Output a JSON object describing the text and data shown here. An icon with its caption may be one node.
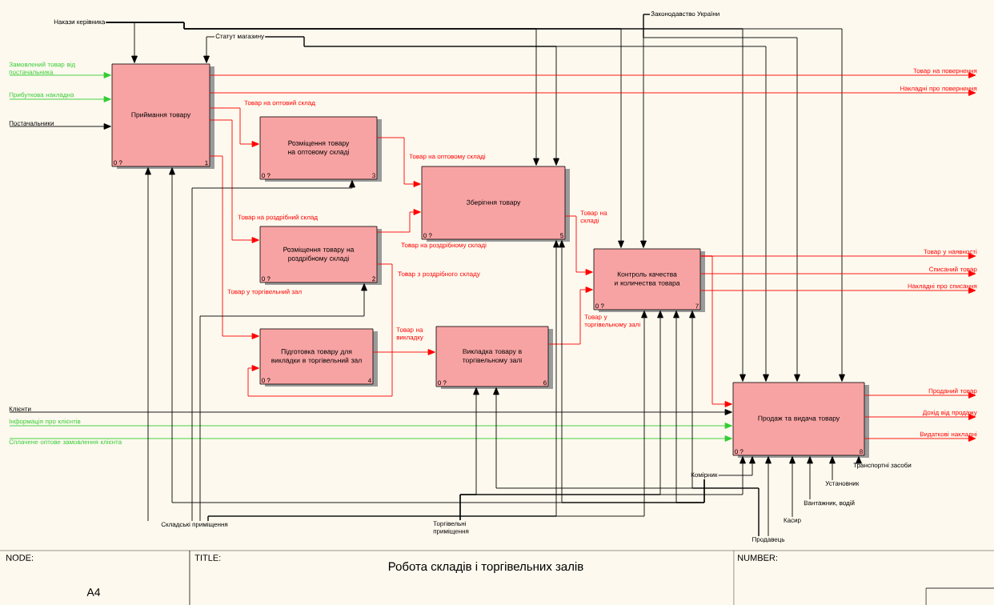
{
  "diagram": {
    "title": "Робота складів і торгівельних залів",
    "nodes": [
      {
        "text": [
          "Приймання товару",
          "0 ?",
          "1"
        ]
      },
      {
        "text": [
          "Розміщення товару на оптовому складі",
          "0 ?",
          "3"
        ]
      },
      {
        "text": [
          "Зберігння товару",
          "0 ?",
          "5"
        ]
      },
      {
        "text": [
          "Розміщення товару на роздрібному складі",
          "0 ?",
          "2"
        ]
      },
      {
        "text": [
          "Контроль качества и количества товара",
          "0 ?",
          "7"
        ]
      },
      {
        "text": [
          "Підготовка товару для викладки в торгівельний зал",
          "0 ?",
          "4"
        ]
      },
      {
        "text": [
          "Викладка товару в торгівельному залі",
          "0 ?",
          "6"
        ]
      },
      {
        "text": [
          "Продаж та видача товару",
          "0 ?",
          "8"
        ]
      },
      {
        "text": [
          "Накази керівника"
        ]
      },
      {
        "text": [
          "Статут магазину"
        ]
      },
      {
        "text": [
          "Законодавство України"
        ]
      },
      {
        "text": [
          "Замовлений товар від постачальника"
        ]
      },
      {
        "text": [
          "Прибуткова накладна"
        ]
      },
      {
        "text": [
          "Постачальники"
        ]
      },
      {
        "text": [
          "Клієнти"
        ]
      },
      {
        "text": [
          "Інформація про клієнтів"
        ]
      },
      {
        "text": [
          "Сплачене оптове замовлення клієнта"
        ]
      },
      {
        "text": [
          "Товар на повернення"
        ]
      },
      {
        "text": [
          "Накладні про повернення"
        ]
      },
      {
        "text": [
          "Товар у наявності"
        ]
      },
      {
        "text": [
          "Списаний товар"
        ]
      },
      {
        "text": [
          "Накладні про списання"
        ]
      },
      {
        "text": [
          "Проданий товар"
        ]
      },
      {
        "text": [
          "Дохід від продажу"
        ]
      },
      {
        "text": [
          "Видаткові накладні"
        ]
      },
      {
        "text": [
          "Складські приміщення"
        ]
      },
      {
        "text": [
          "Торгівельні приміщення"
        ]
      },
      {
        "text": [
          "Комірник"
        ]
      },
      {
        "text": [
          "Касир"
        ]
      },
      {
        "text": [
          "Вантажник, водій"
        ]
      },
      {
        "text": [
          "Установник"
        ]
      },
      {
        "text": [
          "Транспортні засоби"
        ]
      },
      {
        "text": [
          "Продавець"
        ]
      }
    ],
    "edges": [
      {
        "from": 11,
        "to": 0,
        "arrow": "to",
        "color": "#33cc33"
      },
      {
        "from": 12,
        "to": 0,
        "arrow": "to",
        "color": "#33cc33"
      },
      {
        "from": 13,
        "to": 0,
        "arrow": "to"
      },
      {
        "from": 14,
        "to": 7,
        "arrow": "to"
      },
      {
        "from": 15,
        "to": 7,
        "arrow": "to",
        "color": "#33cc33"
      },
      {
        "from": 16,
        "to": 7,
        "arrow": "to",
        "color": "#33cc33"
      },
      {
        "from": 8,
        "to": 0,
        "arrow": "to"
      },
      {
        "from": 8,
        "to": 2,
        "arrow": "to"
      },
      {
        "from": 8,
        "to": 4,
        "arrow": "to"
      },
      {
        "from": 8,
        "to": 7,
        "arrow": "to"
      },
      {
        "from": 8,
        "to": 7,
        "arrow": "to"
      },
      {
        "from": 9,
        "to": 0,
        "arrow": "to"
      },
      {
        "from": 9,
        "to": 2,
        "arrow": "to"
      },
      {
        "from": 9,
        "to": 7,
        "arrow": "to"
      },
      {
        "from": 10,
        "to": 4,
        "arrow": "to"
      },
      {
        "from": 10,
        "to": 7,
        "arrow": "to"
      },
      {
        "from": 0,
        "to": 1,
        "arrow": "to",
        "label": "Товар на оптовий склад",
        "color": "#ff0000"
      },
      {
        "from": 0,
        "to": 3,
        "arrow": "to",
        "label": "Товар на роздрібний склад",
        "color": "#ff0000"
      },
      {
        "from": 0,
        "to": 5,
        "arrow": "to",
        "label": "Товар у торгівельний зал",
        "color": "#ff0000"
      },
      {
        "from": 1,
        "to": 2,
        "arrow": "to",
        "label": "Товар на оптовому складі",
        "color": "#ff0000"
      },
      {
        "from": 3,
        "to": 2,
        "arrow": "to",
        "label": "Товар на роздрібному складі",
        "color": "#ff0000"
      },
      {
        "from": 3,
        "to": 5,
        "arrow": "to",
        "label": "Товар з роздрібного складу",
        "color": "#ff0000"
      },
      {
        "from": 5,
        "to": 6,
        "arrow": "to",
        "label": "Товар на викладку",
        "color": "#ff0000"
      },
      {
        "from": 2,
        "to": 4,
        "arrow": "to",
        "label": "Товар на складі",
        "color": "#ff0000"
      },
      {
        "from": 6,
        "to": 4,
        "arrow": "to",
        "label": "Товар у торгівельному залі",
        "color": "#ff0000"
      },
      {
        "from": 4,
        "to": 7,
        "arrow": "to",
        "color": "#ff0000"
      },
      {
        "from": 0,
        "to": 17,
        "arrow": "to",
        "color": "#ff0000"
      },
      {
        "from": 0,
        "to": 18,
        "arrow": "to",
        "color": "#ff0000"
      },
      {
        "from": 4,
        "to": 19,
        "arrow": "to",
        "color": "#ff0000"
      },
      {
        "from": 4,
        "to": 20,
        "arrow": "to",
        "color": "#ff0000"
      },
      {
        "from": 4,
        "to": 21,
        "arrow": "to",
        "color": "#ff0000"
      },
      {
        "from": 7,
        "to": 22,
        "arrow": "to",
        "color": "#ff0000"
      },
      {
        "from": 7,
        "to": 23,
        "arrow": "to",
        "color": "#ff0000"
      },
      {
        "from": 7,
        "to": 24,
        "arrow": "to",
        "color": "#ff0000"
      },
      {
        "from": 25,
        "to": 0,
        "arrow": "to"
      },
      {
        "from": 25,
        "to": 1,
        "arrow": "to"
      },
      {
        "from": 25,
        "to": 3,
        "arrow": "to"
      },
      {
        "from": 25,
        "to": 2,
        "arrow": "to"
      },
      {
        "from": 25,
        "to": 4,
        "arrow": "to"
      },
      {
        "from": 27,
        "to": 0,
        "arrow": "to"
      },
      {
        "from": 27,
        "to": 2,
        "arrow": "to"
      },
      {
        "from": 27,
        "to": 4,
        "arrow": "to"
      },
      {
        "from": 27,
        "to": 7,
        "arrow": "to"
      },
      {
        "from": 26,
        "to": 6,
        "arrow": "to"
      },
      {
        "from": 26,
        "to": 4,
        "arrow": "to"
      },
      {
        "from": 26,
        "to": 7,
        "arrow": "to"
      },
      {
        "from": 32,
        "to": 6,
        "arrow": "to"
      },
      {
        "from": 32,
        "to": 4,
        "arrow": "to"
      },
      {
        "from": 32,
        "to": 7,
        "arrow": "to"
      },
      {
        "from": 28,
        "to": 7,
        "arrow": "to"
      },
      {
        "from": 29,
        "to": 7,
        "arrow": "to"
      },
      {
        "from": 30,
        "to": 7,
        "arrow": "to"
      },
      {
        "from": 31,
        "to": 7,
        "arrow": "to"
      }
    ],
    "labels": [
      "NODE:",
      "A4",
      "TITLE:",
      "NUMBER:"
    ]
  }
}
